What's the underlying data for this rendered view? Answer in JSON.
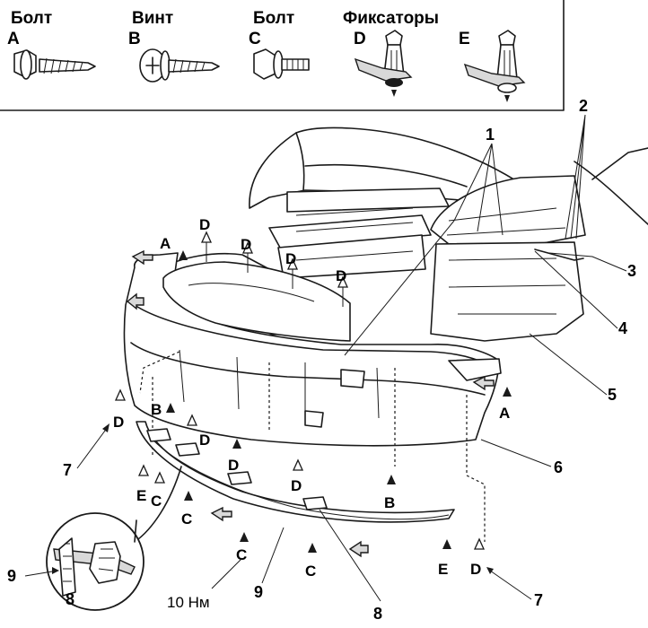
{
  "legend": {
    "items": [
      {
        "title": "Болт",
        "letter": "A",
        "icon": "flange-bolt-self-tapping-icon"
      },
      {
        "title": "Винт",
        "letter": "B",
        "icon": "washer-screw-icon"
      },
      {
        "title": "Болт",
        "letter": "C",
        "icon": "flange-bolt-icon"
      },
      {
        "title": "Фиксаторы",
        "letter": "D",
        "icon": "clip-fastener-icon"
      },
      {
        "title": "",
        "letter": "E",
        "icon": "clip-fastener-icon"
      }
    ]
  },
  "callouts": [
    "1",
    "2",
    "3",
    "4",
    "5",
    "6",
    "7",
    "7",
    "8",
    "8",
    "9",
    "9"
  ],
  "fastener_markers": {
    "A": "A",
    "B": "B",
    "C": "C",
    "D": "D",
    "E": "E"
  },
  "torque": "10 Нм"
}
